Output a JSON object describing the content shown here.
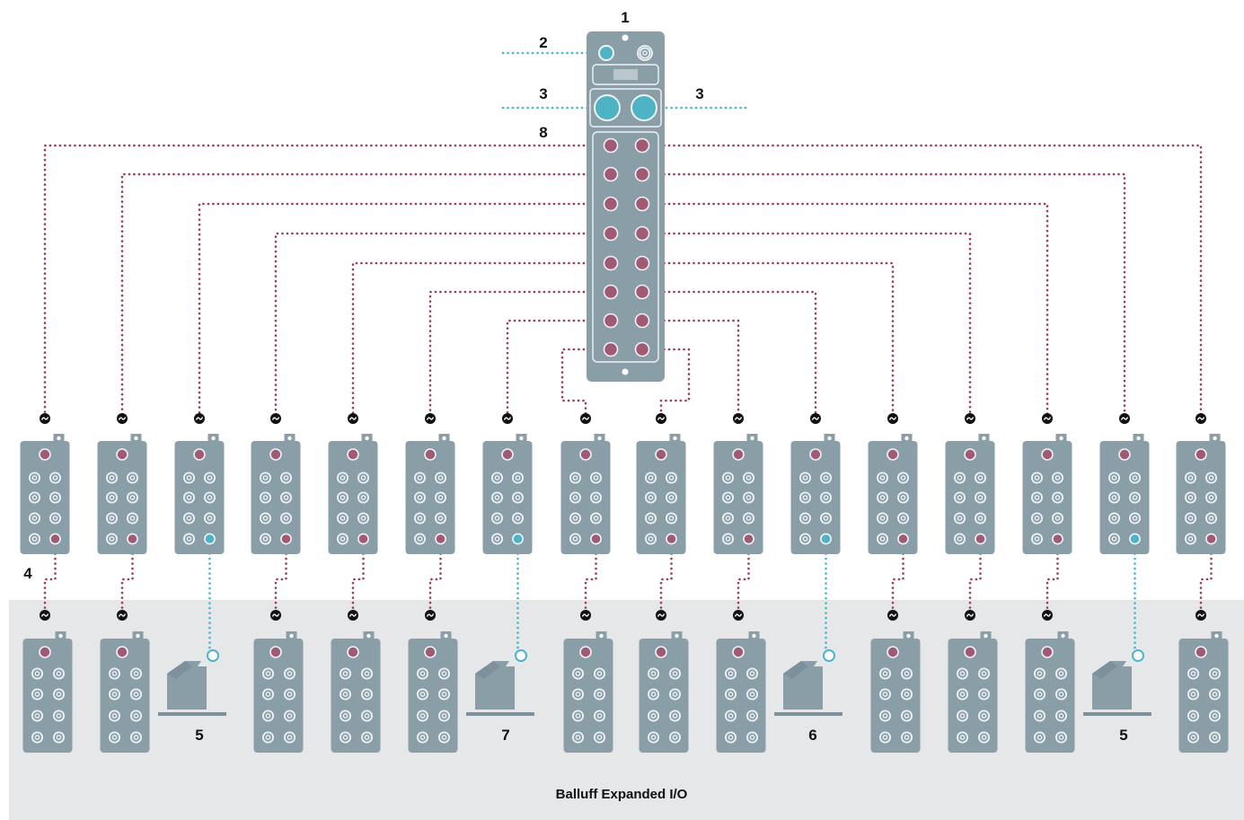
{
  "labels": {
    "master": "1",
    "power_port": "2",
    "network_port_left": "3",
    "network_port_right": "3",
    "ports": "8",
    "io_hub_row": "4",
    "bottom_labels": [
      "5",
      "7",
      "6",
      "5"
    ]
  },
  "caption": "Balluff Expanded I/O",
  "colors": {
    "device": "#8a9ea8",
    "device_dark": "#7c919b",
    "port_ring": "#eef3f5",
    "maroon_line": "#9b3d5a",
    "maroon_port": "#a05a73",
    "cyan_line": "#4bb6c8",
    "cyan_port": "#4fb3c6",
    "band": "#e6e7e9",
    "text": "#111111"
  }
}
